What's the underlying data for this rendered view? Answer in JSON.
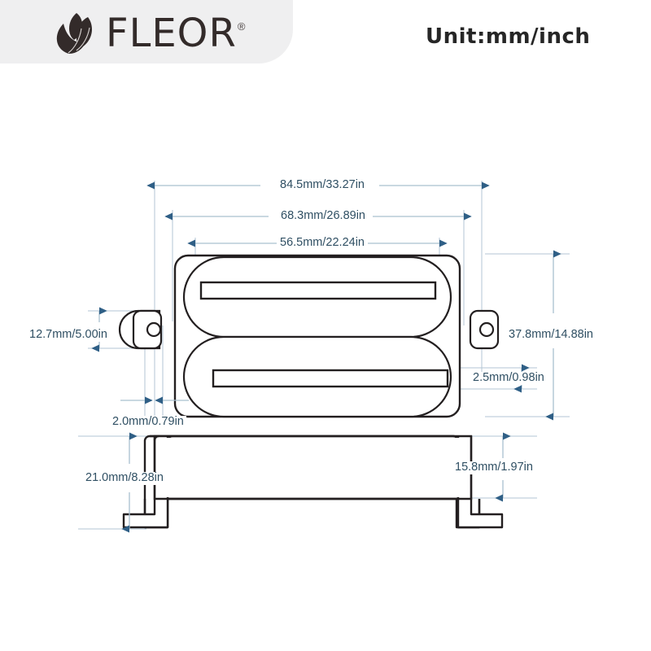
{
  "brand": {
    "name": "FLEOR",
    "registered_mark": "®",
    "logo_icon": "leaf-icon",
    "logo_color": "#332b2a",
    "panel_color": "#efeff0"
  },
  "unit_note": {
    "text": "Unit:mm/inch"
  },
  "colors": {
    "dimension_line": "#a9c0cf",
    "dimension_arrow": "#2f5f86",
    "dimension_text": "#2f4f63",
    "outline": "#231f20",
    "background": "#ffffff"
  },
  "drawing": {
    "title": "Guitar humbucker pickup dimension drawing",
    "views": [
      {
        "name": "top-view",
        "description": "Top view of dual-blade humbucker pickup with two mounting ears"
      },
      {
        "name": "side-view",
        "description": "Side profile with mounting legs"
      }
    ]
  },
  "dimensions": {
    "overall_width": {
      "label": "84.5mm/33.27in",
      "mm": 84.5,
      "inch": 33.27,
      "axis": "horizontal",
      "view": "top-view"
    },
    "mounting_hole_span": {
      "label": "68.3mm/26.89in",
      "mm": 68.3,
      "inch": 26.89,
      "axis": "horizontal",
      "view": "top-view"
    },
    "body_width": {
      "label": "56.5mm/22.24in",
      "mm": 56.5,
      "inch": 22.24,
      "axis": "horizontal",
      "view": "top-view"
    },
    "ear_height": {
      "label": "12.7mm/5.00in",
      "mm": 12.7,
      "inch": 5.0,
      "axis": "vertical",
      "view": "top-view"
    },
    "hole_diameter": {
      "label": "2.0mm/0.79in",
      "mm": 2.0,
      "inch": 0.79,
      "axis": "horizontal",
      "view": "top-view"
    },
    "overall_depth": {
      "label": "37.8mm/14.88in",
      "mm": 37.8,
      "inch": 14.88,
      "axis": "vertical",
      "view": "top-view"
    },
    "ear_offset": {
      "label": "2.5mm/0.98in",
      "mm": 2.5,
      "inch": 0.98,
      "axis": "vertical",
      "view": "top-view"
    },
    "total_height": {
      "label": "21.0mm/8.28in",
      "mm": 21.0,
      "inch": 8.28,
      "axis": "vertical",
      "view": "side-view"
    },
    "body_height": {
      "label": "15.8mm/1.97in",
      "mm": 15.8,
      "inch": 1.97,
      "axis": "vertical",
      "view": "side-view"
    }
  }
}
